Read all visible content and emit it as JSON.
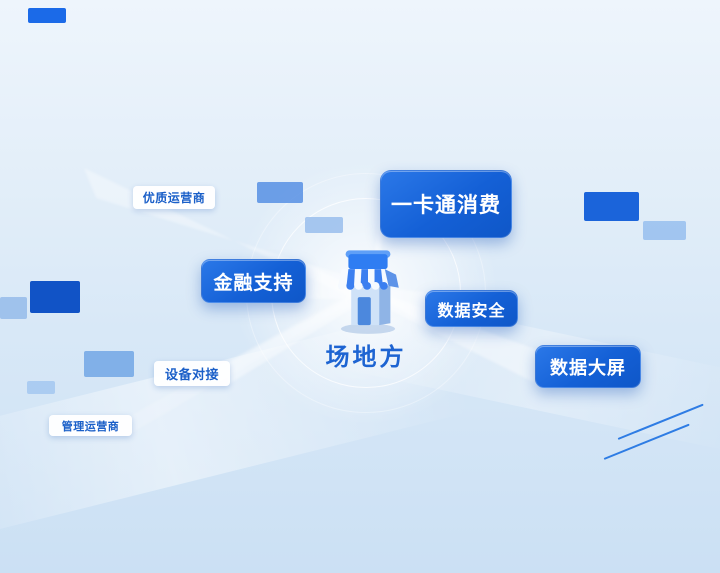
{
  "center": {
    "label": "场地方",
    "icon": "storefront-icon"
  },
  "nodes": {
    "premium_operator": {
      "label": "优质运营商"
    },
    "card_payment": {
      "label": "一卡通消费"
    },
    "financial_support": {
      "label": "金融支持"
    },
    "data_security": {
      "label": "数据安全"
    },
    "data_dashboard": {
      "label": "数据大屏"
    },
    "device_integration": {
      "label": "设备对接"
    },
    "management_operator": {
      "label": "管理运营商"
    }
  },
  "colors": {
    "primary_blue": "#1565dc",
    "deep_blue": "#1153c6",
    "center_text_blue": "#1d64d2",
    "chip_text_blue": "#1a5fc8",
    "background_light": "#eef5fc",
    "background_deep": "#cbe0f4"
  }
}
